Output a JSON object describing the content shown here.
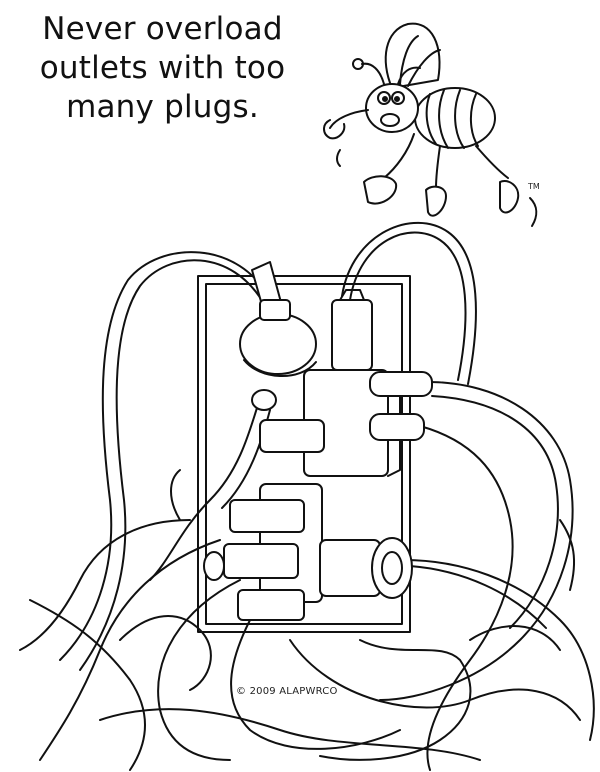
{
  "headline": {
    "line1": "Never overload",
    "line2": "outlets with too",
    "line3": "many plugs."
  },
  "trademark": "TM",
  "copyright": "© 2009 ALAPWRCO",
  "colors": {
    "ink": "#111111",
    "paper": "#ffffff"
  },
  "icons": [
    "bee-mascot",
    "wall-outlet",
    "multi-plug-adapter",
    "tangled-cords"
  ]
}
